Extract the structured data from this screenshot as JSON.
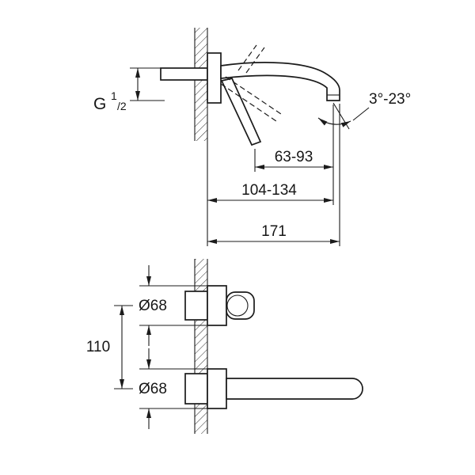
{
  "drawing": {
    "type": "technical-installation-diagram",
    "subject": "wall-mounted two-hole basin mixer, side view and plan view with dimensions",
    "line_color": "#1b1b1b",
    "background_color": "#ffffff"
  },
  "top_view": {
    "labels": {
      "thread": {
        "prefix": "G",
        "numerator": "1",
        "denominator": "/2"
      },
      "outlet_distance": "63-93",
      "mid_distance": "104-134",
      "projection": "171",
      "spout_angle": "3°-23°"
    }
  },
  "bottom_view": {
    "labels": {
      "handle_diameter": "Ø68",
      "spout_diameter": "Ø68",
      "center_distance": "110"
    }
  }
}
